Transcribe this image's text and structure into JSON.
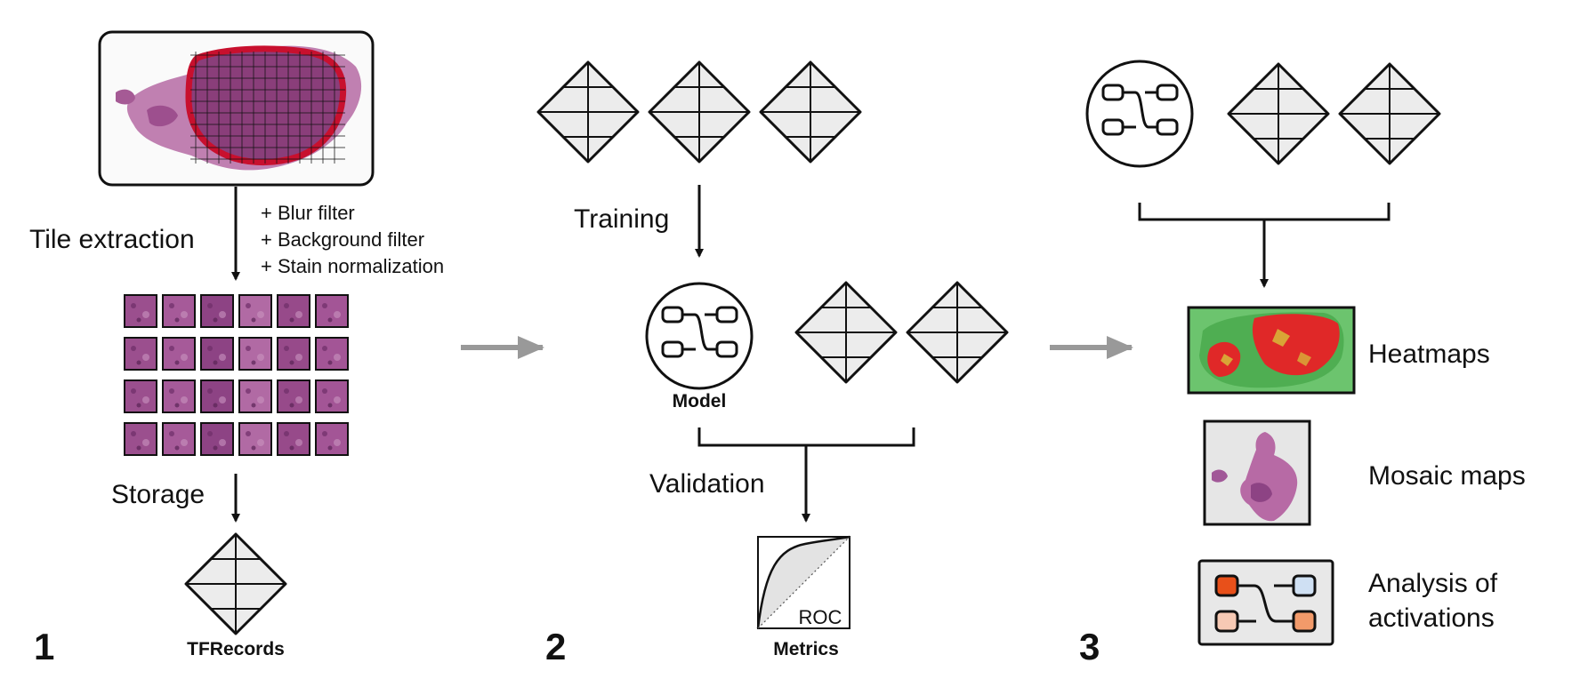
{
  "steps": [
    "1",
    "2",
    "3"
  ],
  "stage1": {
    "tile_extraction_label": "Tile extraction",
    "filters": [
      "+ Blur filter",
      "+ Background filter",
      "+ Stain normalization"
    ],
    "storage_label": "Storage",
    "tfrecords_label": "TFRecords"
  },
  "stage2": {
    "training_label": "Training",
    "model_label": "Model",
    "validation_label": "Validation",
    "roc_label": "ROC",
    "metrics_label": "Metrics"
  },
  "stage3": {
    "outputs": [
      "Heatmaps",
      "Mosaic maps",
      "Analysis of",
      "activations"
    ]
  },
  "colors": {
    "ink": "#111111",
    "tissue": "#8a3e7a",
    "tumor_outline": "#c8102e",
    "tfrecord_fill": "#ececec",
    "flow_arrow": "#999999",
    "heatmap_green": "#6cc46e",
    "heatmap_red": "#e02828",
    "node_orange_dark": "#e8501a",
    "node_blue": "#cfe0f3",
    "node_peach": "#f6c9b4",
    "node_orange": "#f29a6a"
  },
  "icons": [
    "slide-thumbnail",
    "tile-grid",
    "tfrecord-icon",
    "model-icon",
    "roc-curve-icon",
    "heatmap-thumbnail",
    "mosaic-map-thumbnail",
    "activation-graph-icon"
  ]
}
